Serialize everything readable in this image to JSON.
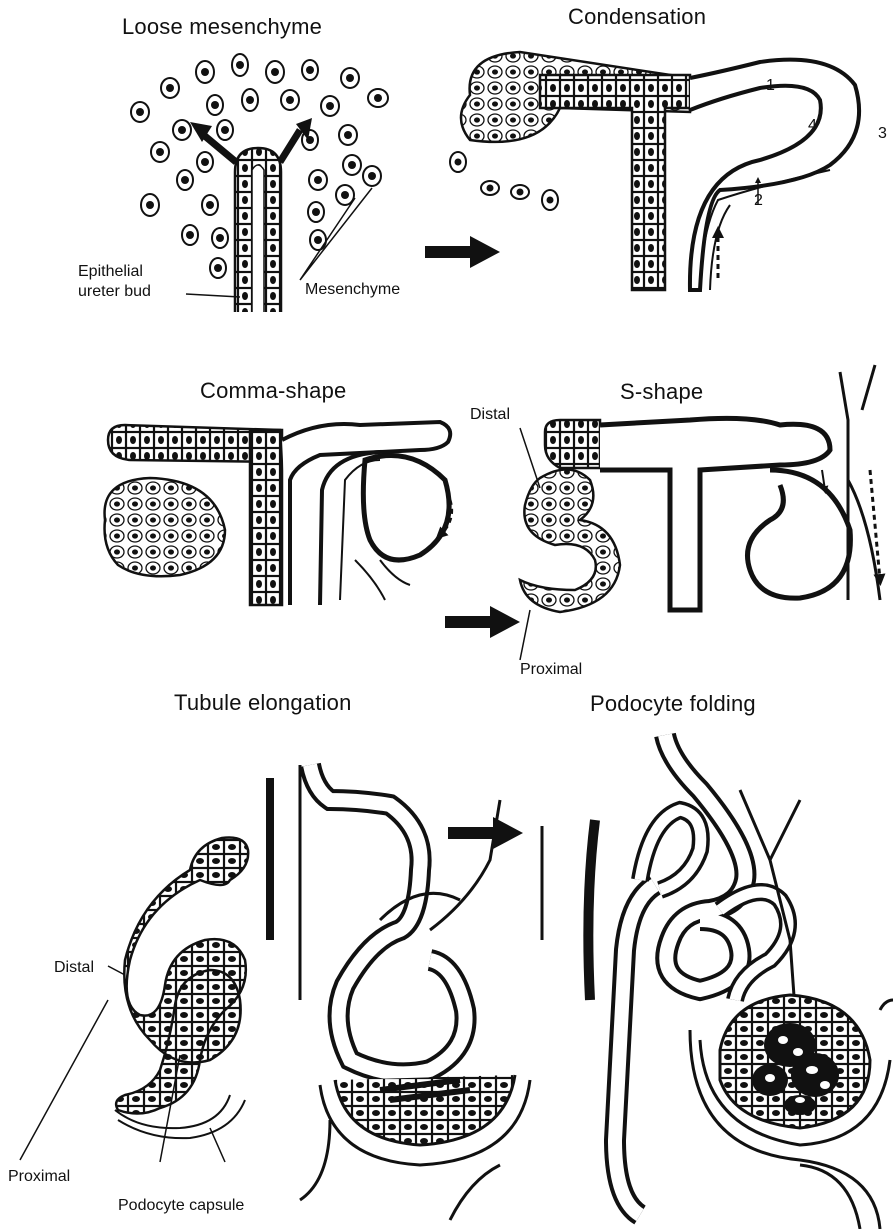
{
  "panels": {
    "loose_mesenchyme": {
      "title": "Loose mesenchyme",
      "labels": {
        "epithelial_ureter_bud": [
          "Epithelial",
          "ureter bud"
        ],
        "mesenchyme": "Mesenchyme"
      }
    },
    "condensation": {
      "title": "Condensation",
      "numbers": [
        "1",
        "2",
        "3",
        "4"
      ]
    },
    "comma_shape": {
      "title": "Comma-shape"
    },
    "s_shape": {
      "title": "S-shape",
      "labels": {
        "distal": "Distal",
        "proximal": "Proximal"
      }
    },
    "tubule_elongation": {
      "title": "Tubule elongation",
      "labels": {
        "distal": "Distal",
        "proximal": "Proximal",
        "podocyte_capsule": "Podocyte capsule"
      }
    },
    "podocyte_folding": {
      "title": "Podocyte folding"
    }
  }
}
